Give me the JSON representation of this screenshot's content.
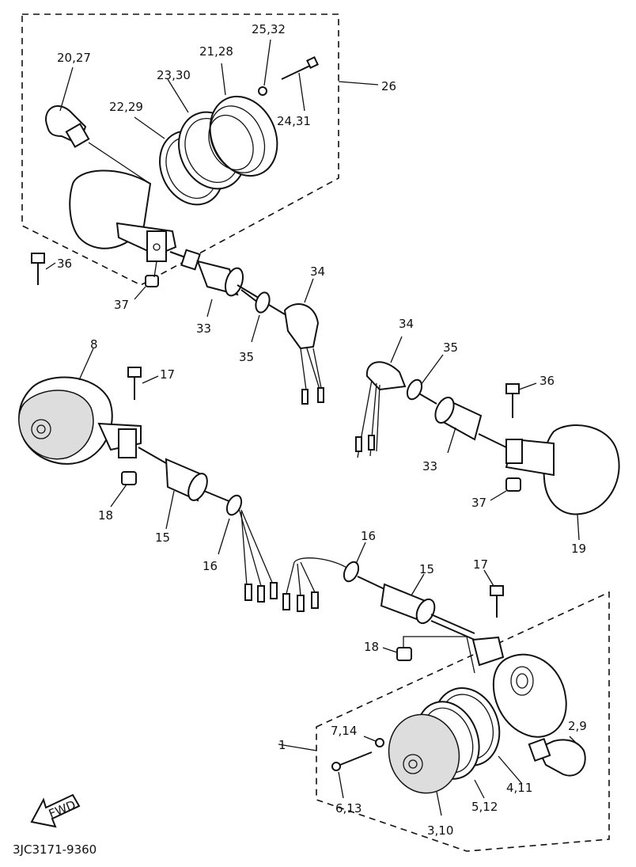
{
  "labels": {
    "l_20_27": "20,27",
    "l_21_28": "21,28",
    "l_25_32": "25,32",
    "l_23_30": "23,30",
    "l_22_29": "22,29",
    "l_26": "26",
    "l_24_31": "24,31",
    "l_36_a": "36",
    "l_37_a": "37",
    "l_33_a": "33",
    "l_34_a": "34",
    "l_35_a": "35",
    "l_8": "8",
    "l_17_a": "17",
    "l_34_b": "34",
    "l_35_b": "35",
    "l_36_b": "36",
    "l_33_b": "33",
    "l_37_b": "37",
    "l_18_a": "18",
    "l_15_a": "15",
    "l_16_a": "16",
    "l_19": "19",
    "l_16_b": "16",
    "l_15_b": "15",
    "l_17_b": "17",
    "l_18_b": "18",
    "l_7_14": "7,14",
    "l_1": "1",
    "l_2_9": "2,9",
    "l_4_11": "4,11",
    "l_5_12": "5,12",
    "l_6_13": "6,13",
    "l_3_10": "3,10"
  },
  "fwd_label": "FWD",
  "drawing_code": "3JC3171-9360"
}
